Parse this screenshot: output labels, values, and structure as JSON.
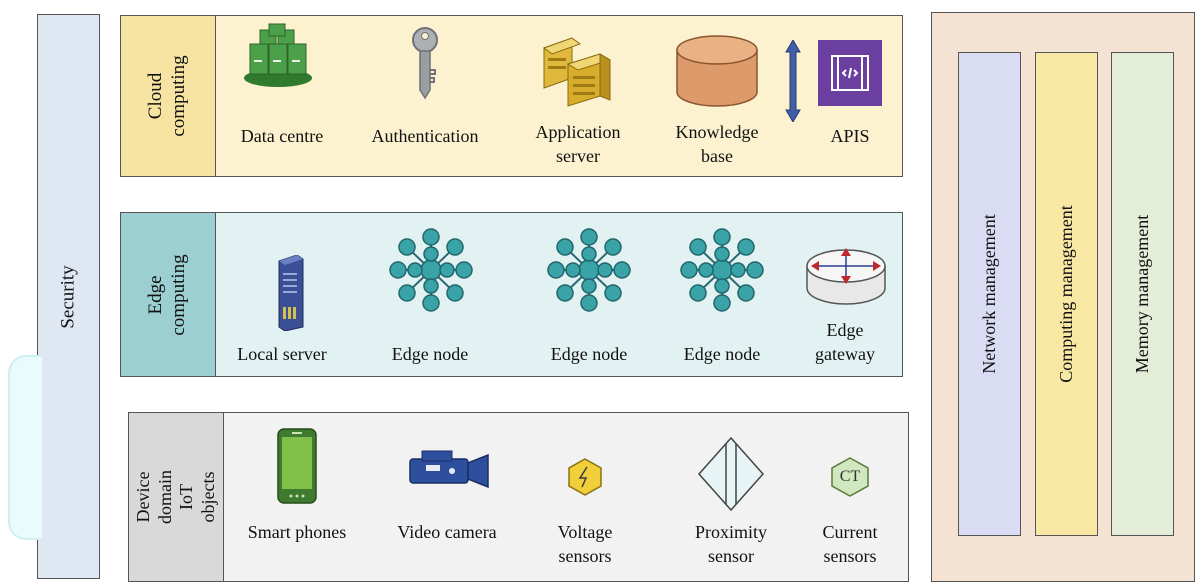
{
  "security": {
    "label": "Security"
  },
  "cloud": {
    "title": "Cloud\ncomputing",
    "items": [
      {
        "label": "Data centre",
        "icon": "data-centre-icon"
      },
      {
        "label": "Authentication",
        "icon": "key-icon"
      },
      {
        "label": "Application\nserver",
        "icon": "application-server-icon"
      },
      {
        "label": "Knowledge\nbase",
        "icon": "database-cylinder-icon"
      },
      {
        "label": "APIS",
        "icon": "api-icon"
      }
    ]
  },
  "edge": {
    "title": "Edge\ncomputing",
    "items": [
      {
        "label": "Local server",
        "icon": "server-tower-icon"
      },
      {
        "label": "Edge node",
        "icon": "network-node-icon"
      },
      {
        "label": "Edge node",
        "icon": "network-node-icon"
      },
      {
        "label": "Edge node",
        "icon": "network-node-icon"
      },
      {
        "label": "Edge\ngateway",
        "icon": "gateway-icon"
      }
    ]
  },
  "device": {
    "title": "Device\ndomain\nIoT objects",
    "items": [
      {
        "label": "Smart phones",
        "icon": "smartphone-icon"
      },
      {
        "label": "Video camera",
        "icon": "video-camera-icon"
      },
      {
        "label": "Voltage\nsensors",
        "icon": "voltage-sensor-icon"
      },
      {
        "label": "Proximity\nsensor",
        "icon": "proximity-sensor-icon"
      },
      {
        "label": "Current\nsensors",
        "icon": "current-sensor-icon"
      }
    ],
    "ct_text": "CT"
  },
  "management": {
    "items": [
      {
        "label": "Network management"
      },
      {
        "label": "Computing management"
      },
      {
        "label": "Memory management"
      }
    ]
  },
  "colors": {
    "security": "#dfe7f3",
    "cloud_title": "#f7e4a3",
    "cloud_panel": "#fcf2d0",
    "edge_title": "#9ccfd1",
    "edge_panel": "#e2f1f1",
    "device_title": "#d9d9d9",
    "device_panel": "#f2f2f2",
    "mgmt_panel": "#f4e2d3",
    "net_mgmt": "#d9dcf2",
    "comp_mgmt": "#f8e8a4",
    "mem_mgmt": "#e3edd8"
  }
}
